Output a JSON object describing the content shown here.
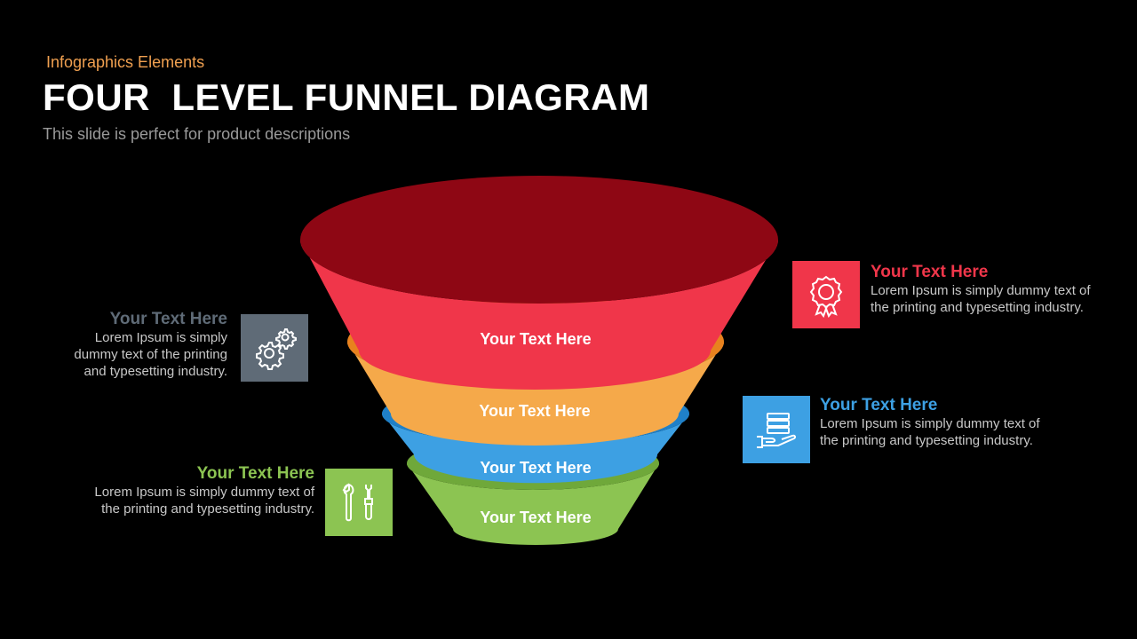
{
  "header": {
    "eyebrow": "Infographics  Elements",
    "title": "FOUR  LEVEL FUNNEL DIAGRAM",
    "subtitle": "This slide is perfect for product descriptions"
  },
  "funnel": {
    "levels": [
      {
        "label": "Your Text Here",
        "color": "#F0364A",
        "rim_color": "#8E0714"
      },
      {
        "label": "Your Text Here",
        "color": "#F5A94A",
        "rim_color": "#E8821E"
      },
      {
        "label": "Your Text Here",
        "color": "#3DA0E3",
        "rim_color": "#1F80C8"
      },
      {
        "label": "Your Text Here",
        "color": "#8CC452",
        "rim_color": "#6FA83A"
      }
    ]
  },
  "callouts": [
    {
      "title": "Your Text Here",
      "body": "Lorem Ipsum  is simply dummy text of the printing and typesetting industry.",
      "color": "#F0364A",
      "icon": "award-ribbon-icon"
    },
    {
      "title": "Your Text Here",
      "body": "Lorem Ipsum  is simply dummy text of the printing and typesetting industry.",
      "color": "#3DA0E3",
      "icon": "hand-stack-icon"
    },
    {
      "title": "Your Text Here",
      "body": "Lorem Ipsum  is simply dummy text of the printing and typesetting industry.",
      "color": "#5F6B77",
      "icon": "gears-icon"
    },
    {
      "title": "Your Text Here",
      "body": "Lorem Ipsum  is simply dummy text of the printing and typesetting industry.",
      "color": "#8CC452",
      "icon": "tools-icon"
    }
  ]
}
